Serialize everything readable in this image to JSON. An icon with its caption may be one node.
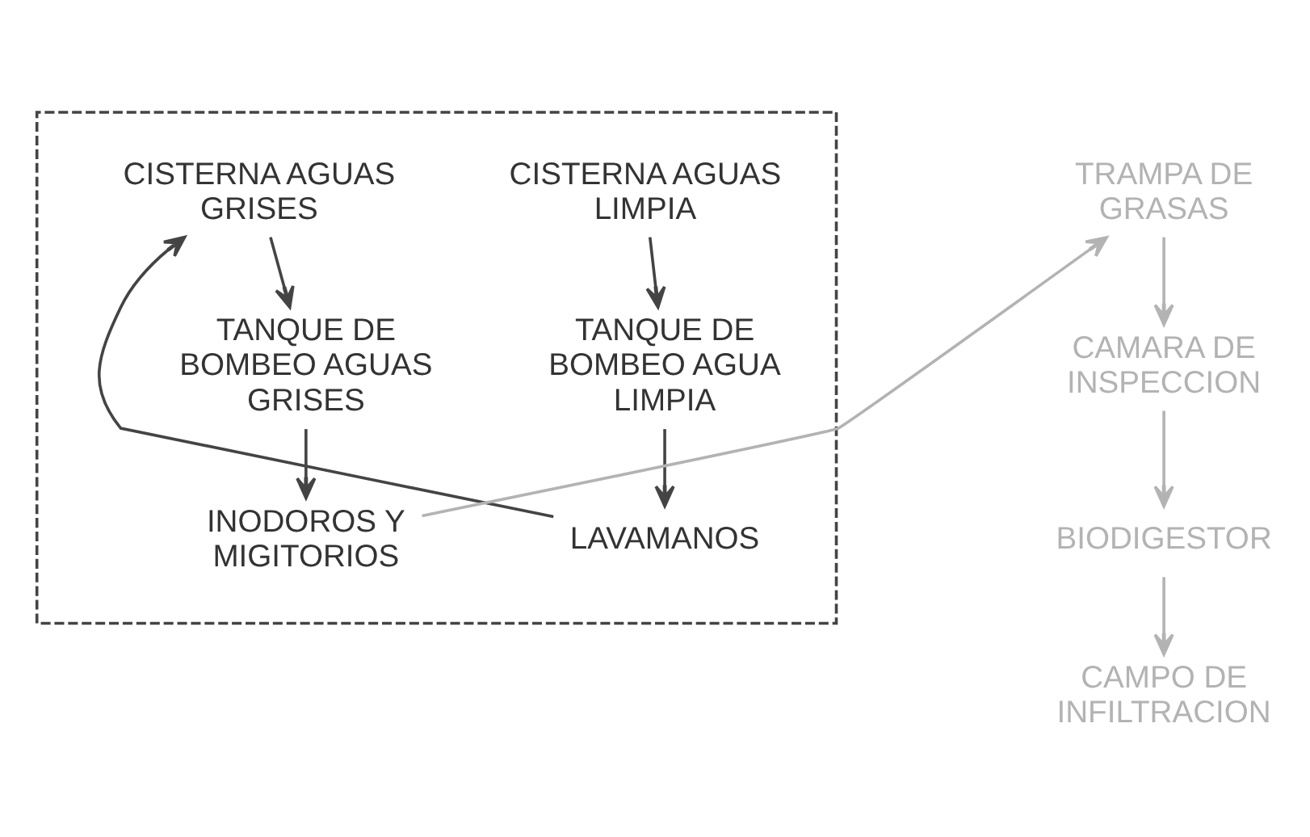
{
  "diagram": {
    "nodes": [
      {
        "text": [],
        "shape": "box"
      },
      {
        "text": [
          "CISTERNA AGUAS LIMPIA"
        ],
        "in": 0
      },
      {
        "text": [
          "TANQUE DE BOMBEO AGUA LIMPIA"
        ],
        "in": 0
      },
      {
        "text": [
          "LAVAMANOS"
        ],
        "in": 0
      },
      {
        "text": [
          "CISTERNA AGUAS GRISES"
        ],
        "in": 0
      },
      {
        "text": [
          "TANQUE DE BOMBEO AGUAS GRISES"
        ],
        "in": 0
      },
      {
        "text": [
          "INODOROS Y MIGITORIOS"
        ],
        "in": 0
      },
      {
        "text": [
          "TRAMPA DE GRASAS"
        ]
      },
      {
        "text": [
          "CAMARA DE INSPECCION"
        ]
      },
      {
        "text": [
          "BIODIGESTOR"
        ]
      },
      {
        "text": [
          "CAMPO DE INFILTRACION"
        ]
      }
    ],
    "edges": [
      {
        "from": 1,
        "to": 2,
        "arrow": "to"
      },
      {
        "from": 2,
        "to": 3,
        "arrow": "to"
      },
      {
        "from": 3,
        "to": 4,
        "arrow": "to"
      },
      {
        "from": 4,
        "to": 5,
        "arrow": "to"
      },
      {
        "from": 5,
        "to": 6,
        "arrow": "to"
      },
      {
        "from": 6,
        "to": 7,
        "arrow": "to",
        "color": "#b3b3b3"
      },
      {
        "from": 7,
        "to": 8,
        "arrow": "to",
        "color": "#b3b3b3"
      },
      {
        "from": 8,
        "to": 9,
        "arrow": "to",
        "color": "#b3b3b3"
      },
      {
        "from": 9,
        "to": 10,
        "arrow": "to",
        "color": "#b3b3b3"
      }
    ]
  }
}
